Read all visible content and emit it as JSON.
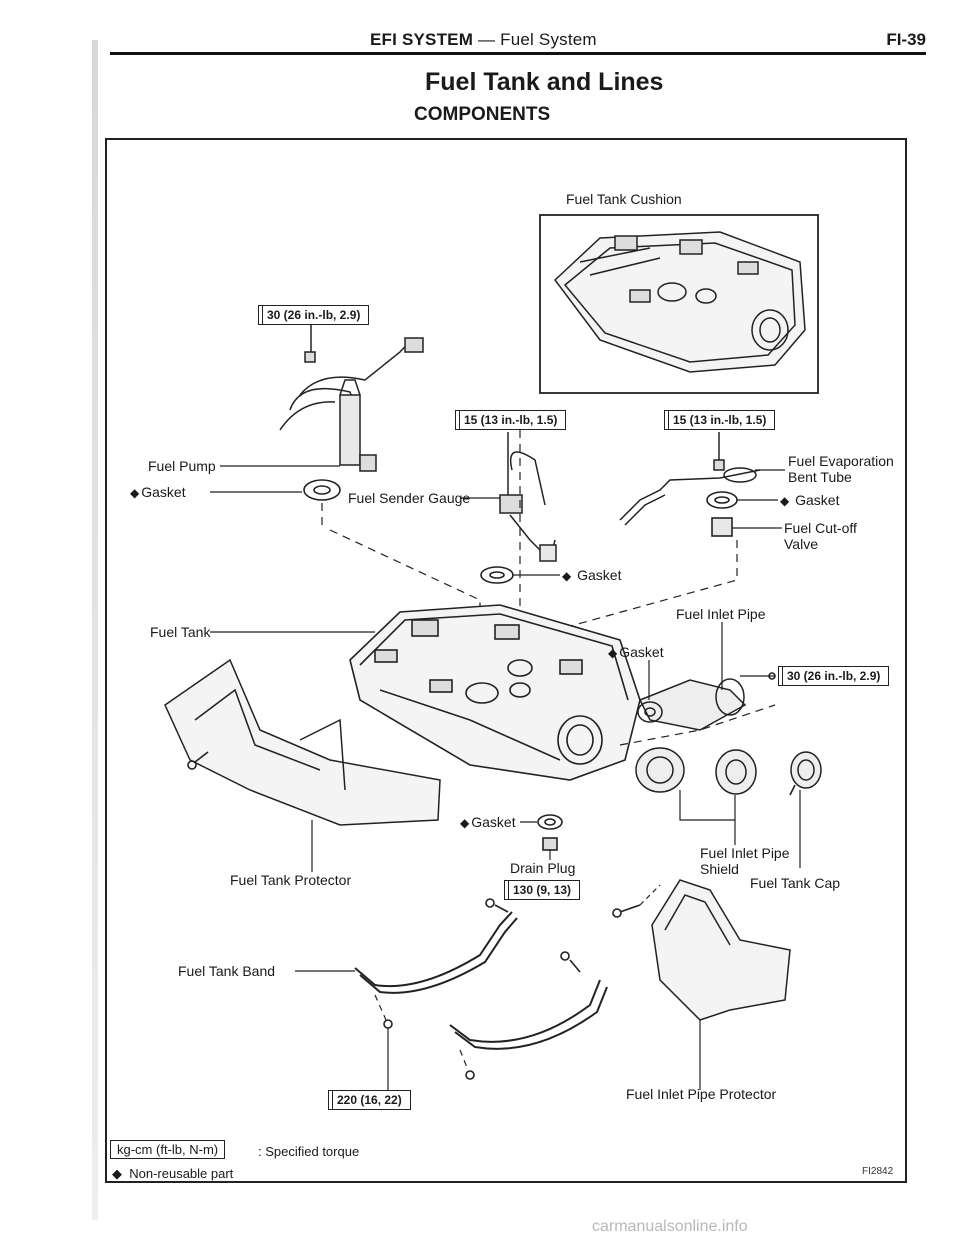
{
  "header": {
    "section": "EFI SYSTEM",
    "separator": " — ",
    "subsection": "Fuel System",
    "page_number": "FI-39"
  },
  "title": "Fuel Tank and Lines",
  "section_title": "COMPONENTS",
  "labels": {
    "fuel_tank_cushion": "Fuel Tank Cushion",
    "fuel_pump": "Fuel Pump",
    "gasket": "Gasket",
    "fuel_sender_gauge": "Fuel Sender Gauge",
    "fuel_evaporation_bent_tube_1": "Fuel Evaporation",
    "fuel_evaporation_bent_tube_2": "Bent Tube",
    "fuel_cutoff_valve_1": "Fuel Cut-off",
    "fuel_cutoff_valve_2": "Valve",
    "fuel_tank": "Fuel Tank",
    "fuel_inlet_pipe": "Fuel Inlet Pipe",
    "fuel_tank_protector": "Fuel Tank Protector",
    "drain_plug": "Drain Plug",
    "fuel_inlet_pipe_shield_1": "Fuel Inlet Pipe",
    "fuel_inlet_pipe_shield_2": "Shield",
    "fuel_tank_cap": "Fuel Tank Cap",
    "fuel_tank_band": "Fuel Tank Band",
    "fuel_inlet_pipe_protector": "Fuel Inlet Pipe Protector"
  },
  "torques": {
    "pump": "30 (26 in.-lb, 2.9)",
    "sender": "15 (13 in.-lb, 1.5)",
    "evap": "15 (13 in.-lb, 1.5)",
    "inlet": "30 (26 in.-lb, 2.9)",
    "drain": "130 (9, 13)",
    "band": "220 (16, 22)"
  },
  "legend": {
    "torque_units": "kg-cm (ft-lb, N-m)",
    "torque_desc": ": Specified torque",
    "nonreusable_symbol": "◆",
    "nonreusable_desc": "Non-reusable part"
  },
  "figure_code": "FI2842",
  "watermark": "carmanualsonline.info"
}
